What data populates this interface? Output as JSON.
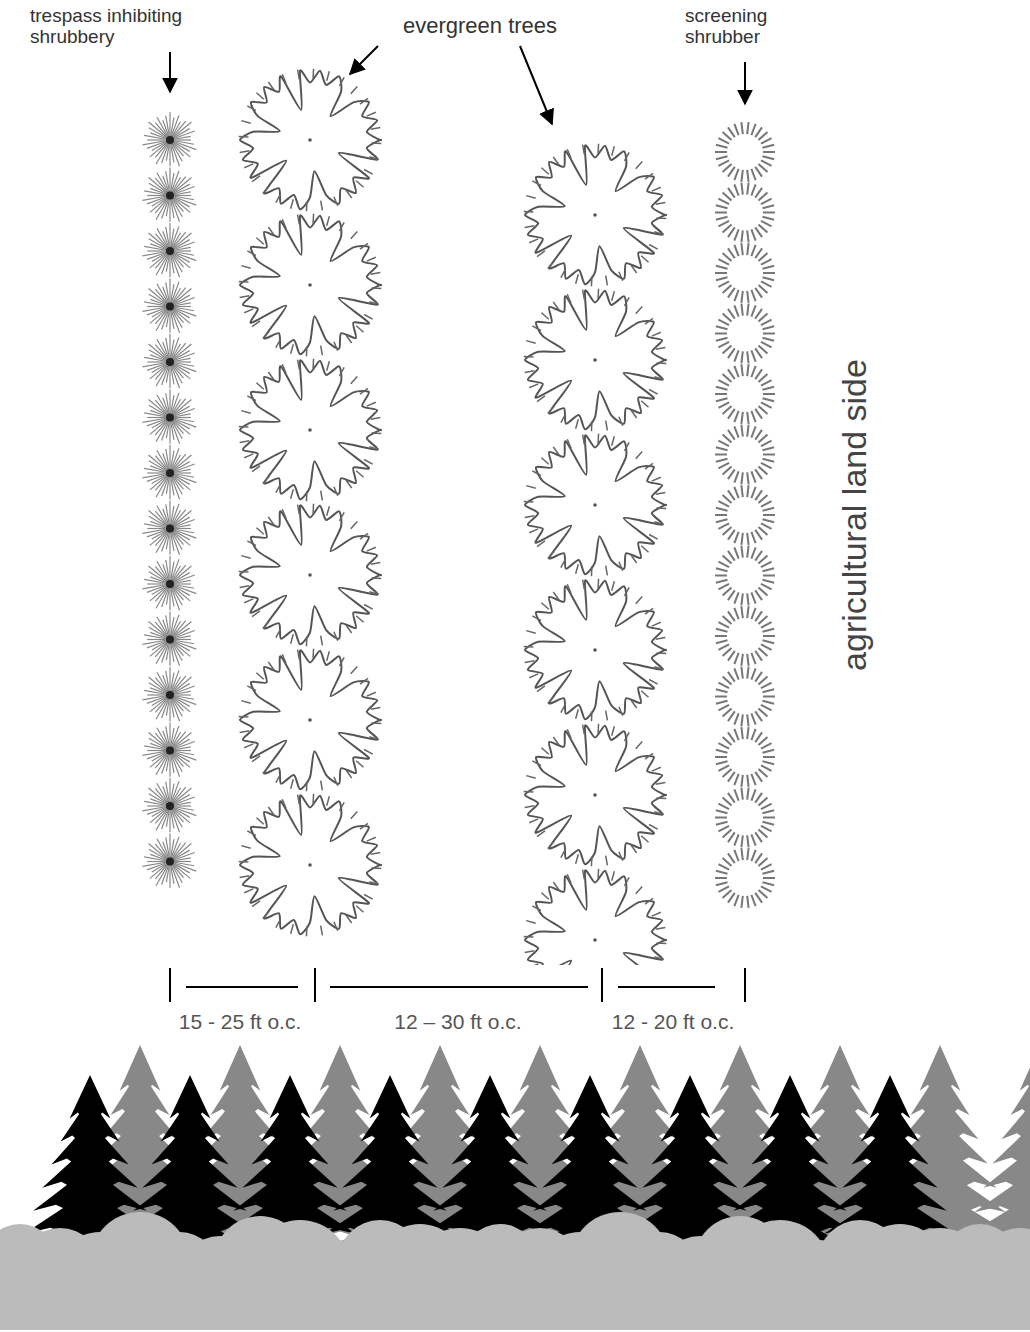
{
  "diagram": {
    "labels": [
      "trespass inhibiting shrubbery",
      "evergreen trees",
      "screening shrubber",
      "agricultural land side",
      "15 - 25 ft o.c.",
      "12 – 30 ft o.c.",
      "12 - 20 ft o.c."
    ]
  }
}
